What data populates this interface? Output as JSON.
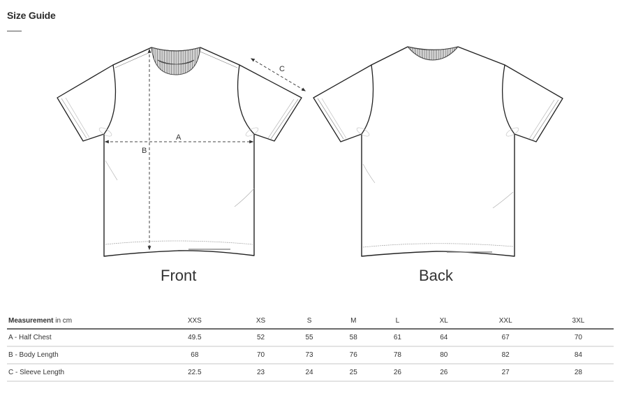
{
  "header": {
    "title": "Size Guide"
  },
  "diagram": {
    "views": [
      {
        "id": "front",
        "label": "Front"
      },
      {
        "id": "back",
        "label": "Back"
      }
    ],
    "measurement_markers": {
      "a": "A",
      "b": "B",
      "c": "C"
    }
  },
  "table": {
    "header": {
      "label_bold": "Measurement",
      "label_unit": " in cm",
      "sizes": [
        "XXS",
        "XS",
        "S",
        "M",
        "L",
        "XL",
        "XXL",
        "3XL"
      ]
    },
    "rows": [
      {
        "label": "A - Half Chest",
        "values": [
          "49.5",
          "52",
          "55",
          "58",
          "61",
          "64",
          "67",
          "70"
        ]
      },
      {
        "label": "B - Body Length",
        "values": [
          "68",
          "70",
          "73",
          "76",
          "78",
          "80",
          "82",
          "84"
        ]
      },
      {
        "label": "C - Sleeve Length",
        "values": [
          "22.5",
          "23",
          "24",
          "25",
          "26",
          "26",
          "27",
          "28"
        ]
      }
    ]
  }
}
